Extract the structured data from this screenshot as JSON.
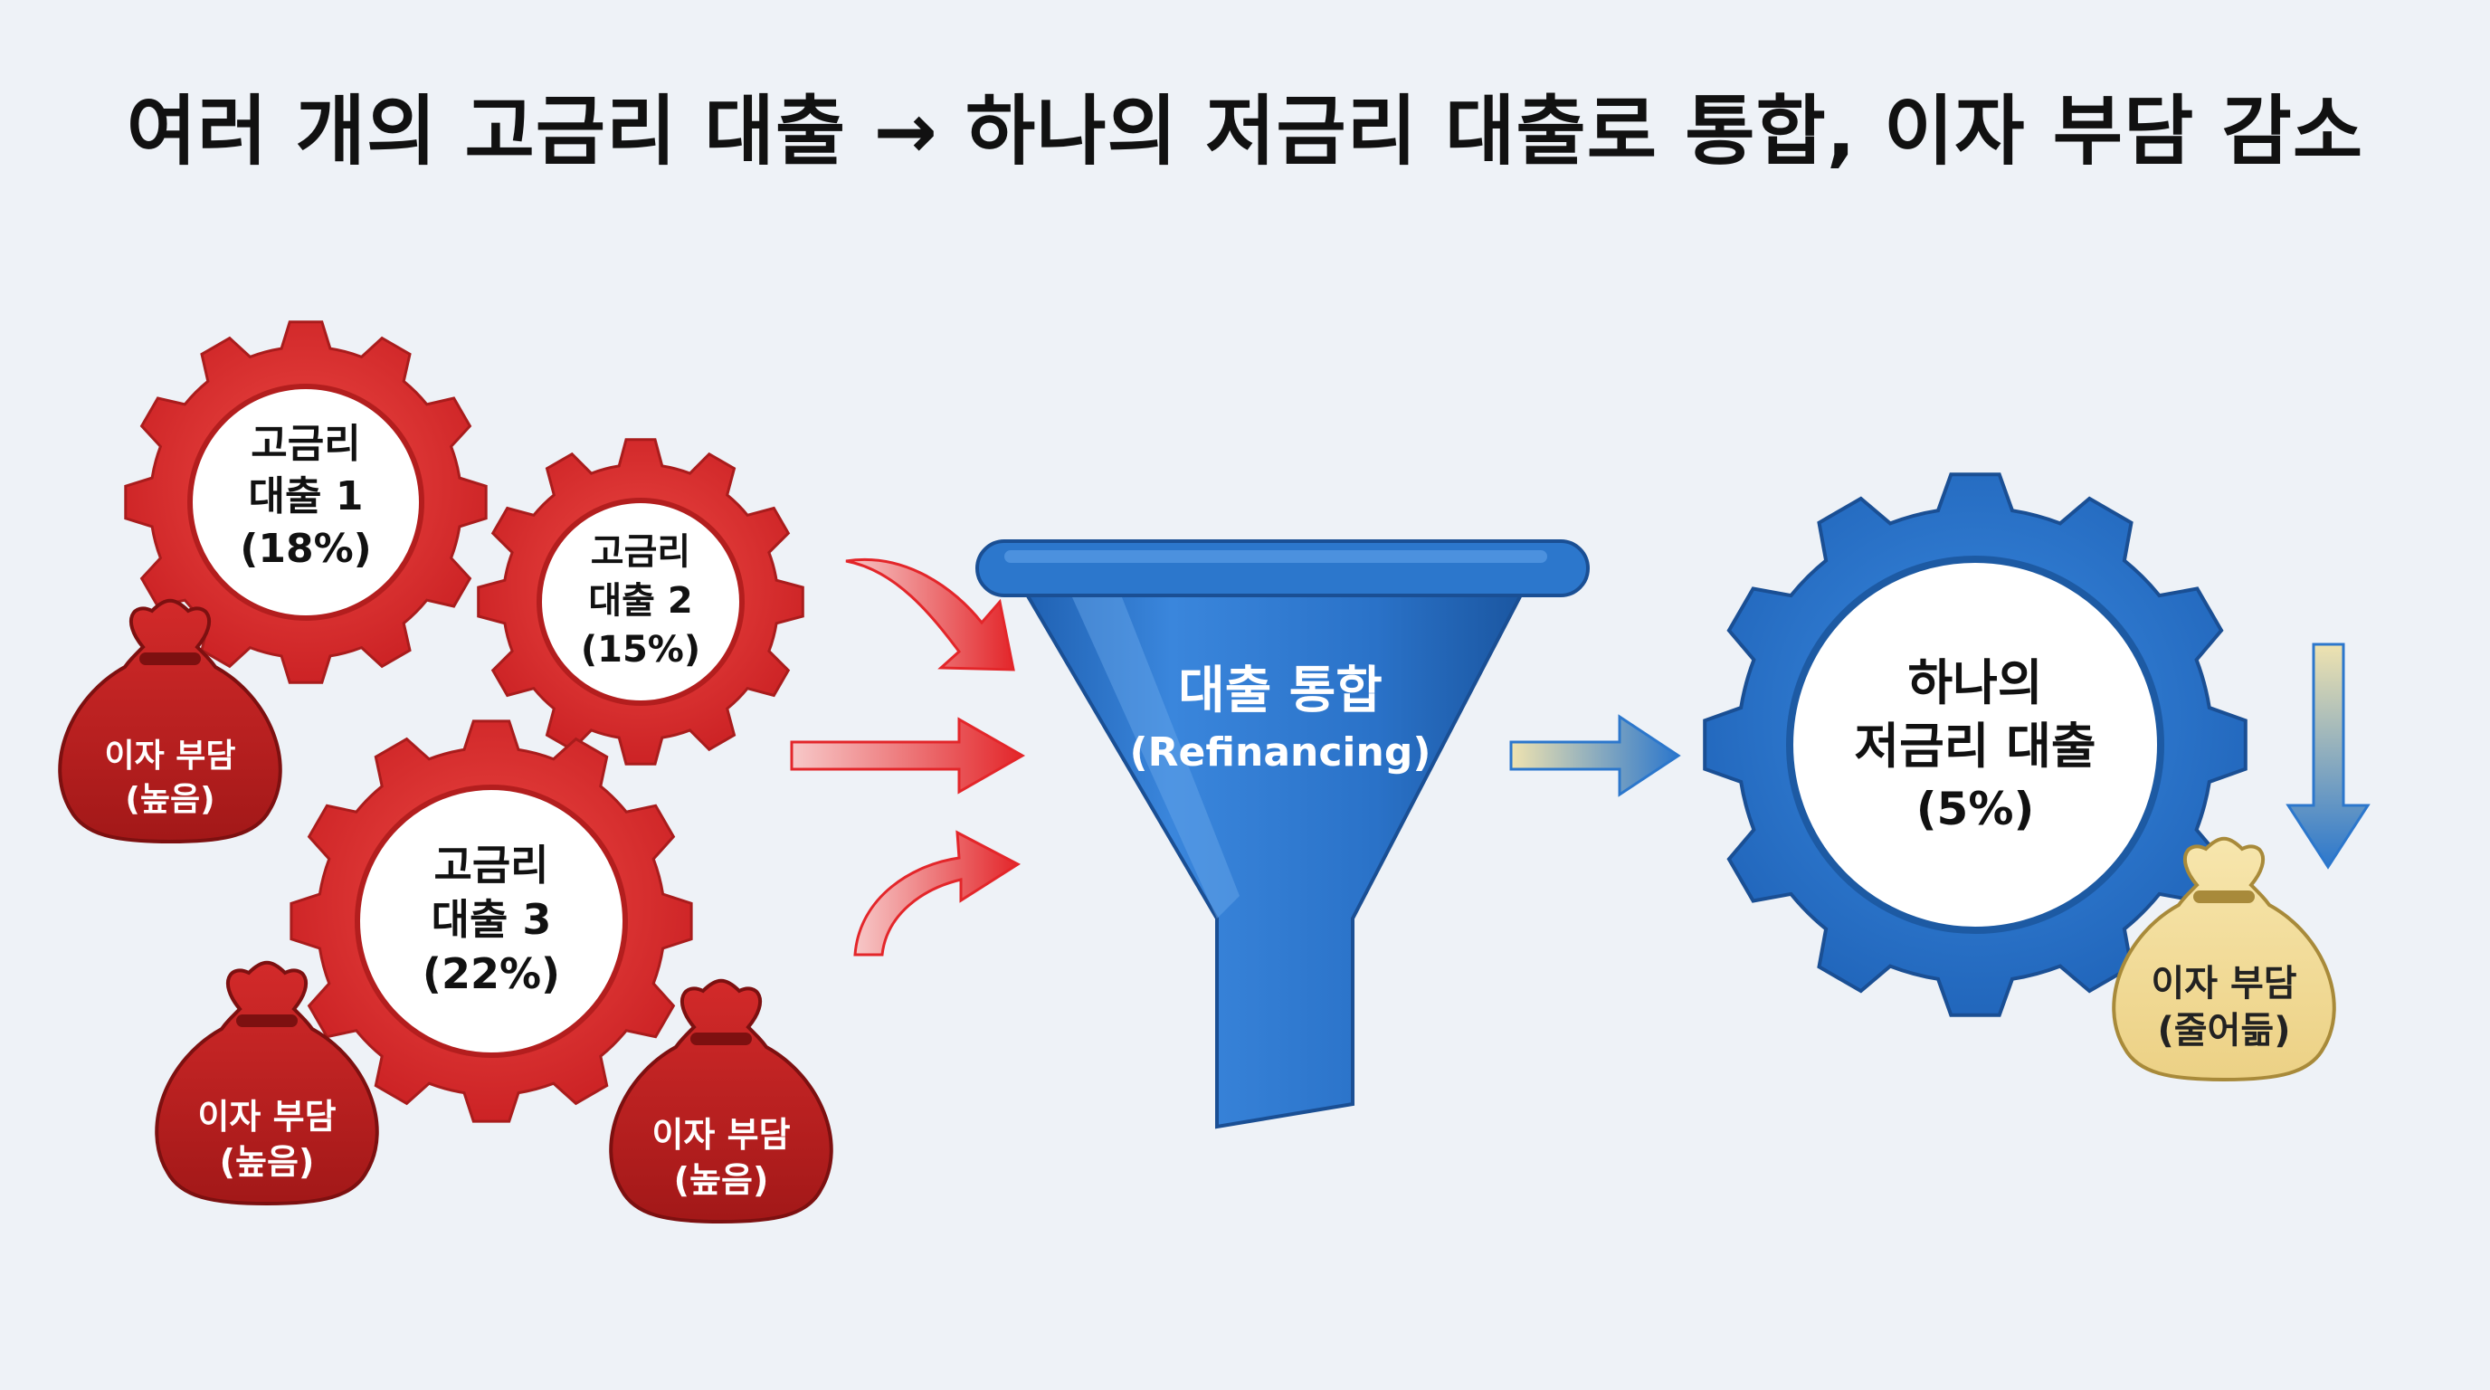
{
  "title": "여러 개의 고금리 대출 → 하나의 저금리 대출로 통합, 이자 부담 감소",
  "high_loans": [
    {
      "line1": "고금리",
      "line2": "대출 1",
      "rate": "(18%)"
    },
    {
      "line1": "고금리",
      "line2": "대출 2",
      "rate": "(15%)"
    },
    {
      "line1": "고금리",
      "line2": "대출 3",
      "rate": "(22%)"
    }
  ],
  "high_bags": [
    {
      "line1": "이자 부담",
      "line2": "(높음)"
    },
    {
      "line1": "이자 부담",
      "line2": "(높음)"
    },
    {
      "line1": "이자 부담",
      "line2": "(높음)"
    }
  ],
  "funnel": {
    "label": "대출 통합",
    "sublabel": "(Refinancing)"
  },
  "low_loan": {
    "line1": "하나의",
    "line2": "저금리 대출",
    "rate": "(5%)"
  },
  "low_bag": {
    "line1": "이자 부담",
    "line2": "(줄어듦)"
  },
  "colors": {
    "red": "#dc2a2a",
    "red_dark": "#a91c1c",
    "blue": "#2c77cc",
    "blue_dark": "#1d5aa3",
    "gold": "#f2dd9a",
    "gold_dark": "#a88a3a"
  }
}
